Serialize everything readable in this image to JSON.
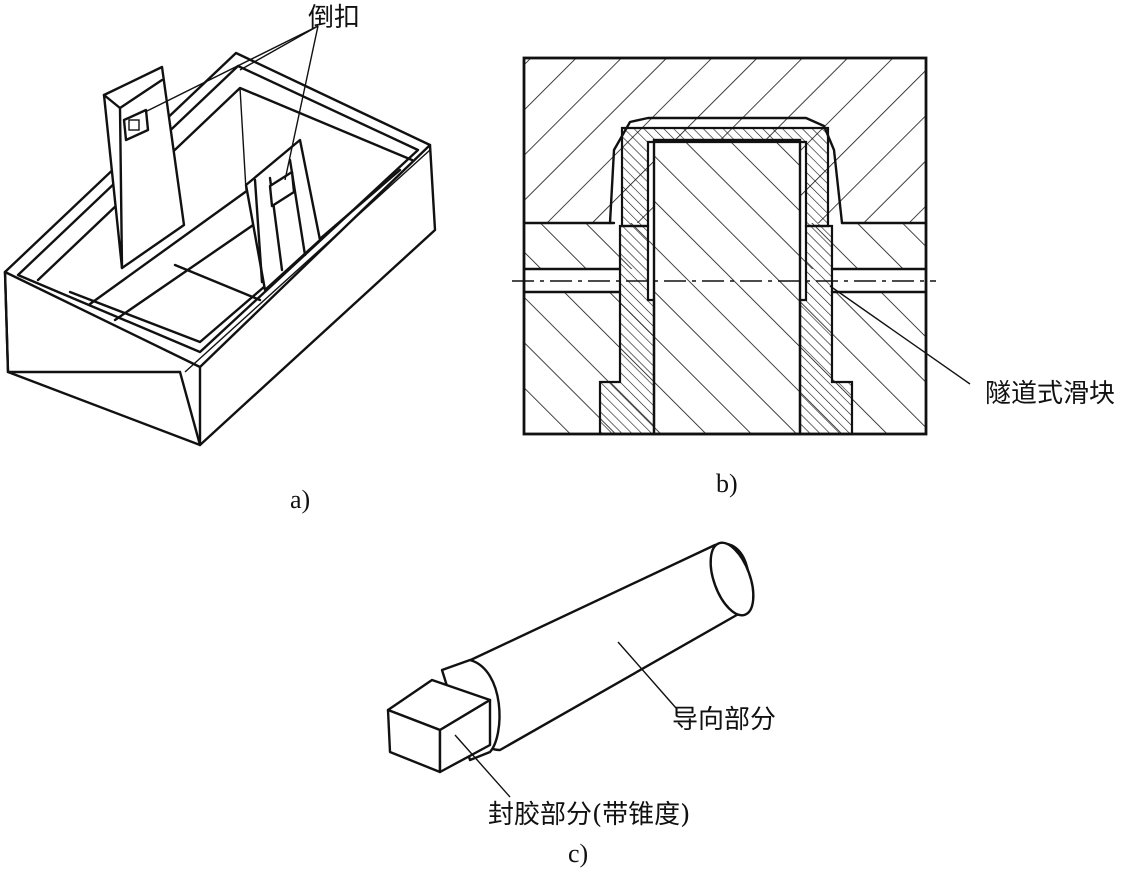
{
  "panel_a": {
    "label_undercut": "倒扣",
    "caption": "a)"
  },
  "panel_b": {
    "label_tunnel_slider": "隧道式滑块",
    "caption": "b)"
  },
  "panel_c": {
    "label_guide_part": "导向部分",
    "label_seal_part": "封胶部分(带锥度)",
    "caption": "c)"
  }
}
